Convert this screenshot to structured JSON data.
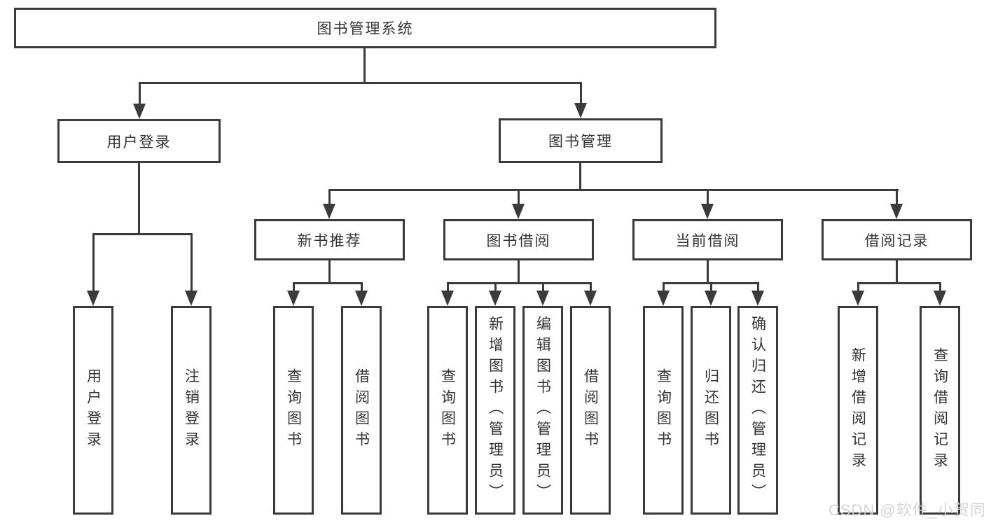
{
  "diagram": {
    "root": "图书管理系统",
    "level2": {
      "user_login": "用户登录",
      "book_mgmt": "图书管理"
    },
    "level3": {
      "new_books": "新书推荐",
      "book_borrow": "图书借阅",
      "current_borrow": "当前借阅",
      "borrow_records": "借阅记录"
    },
    "leaves": {
      "user_login": [
        "用户登录",
        "注销登录"
      ],
      "new_books": [
        "查询图书",
        "借阅图书"
      ],
      "book_borrow": [
        "查询图书",
        "新增图书（管理员）",
        "编辑图书（管理员）",
        "借阅图书"
      ],
      "current_borrow": [
        "查询图书",
        "归还图书",
        "确认归还（管理员）"
      ],
      "borrow_records": [
        "新增借阅记录",
        "查询借阅记录"
      ]
    }
  },
  "watermark": "CSDN @软件_小贺同学",
  "colors": {
    "line": "#3b3b3b",
    "text": "#333333",
    "background": "#ffffff",
    "watermark": "#d2d2d2"
  }
}
